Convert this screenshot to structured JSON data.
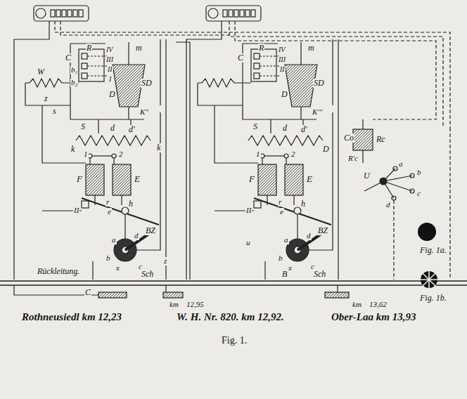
{
  "diagram": {
    "caption": "Fig. 1.",
    "labels": [
      "C",
      "R",
      "b₁",
      "b₂",
      "IV",
      "III",
      "II",
      "I",
      "m",
      "SD",
      "D",
      "K''",
      "W",
      "z",
      "s",
      "S",
      "d",
      "d'",
      "k",
      "k",
      "1",
      "2",
      "F",
      "E",
      "r",
      "e",
      "II",
      "h",
      "BZ",
      "a",
      "d",
      "b",
      "x",
      "c",
      "Sch",
      "z",
      "Rückleitung.",
      "C",
      "km",
      "12,95",
      "C",
      "R",
      "IV",
      "III",
      "II",
      "m",
      "SD",
      "D",
      "K'''",
      "S",
      "d",
      "d'",
      "D",
      "1",
      "2",
      "F",
      "E",
      "r",
      "e",
      "II",
      "h",
      "BZ",
      "u",
      "a",
      "d",
      "b",
      "x",
      "c",
      "Sch",
      "B",
      "km",
      "13,62",
      "Co",
      "Rc",
      "R'c",
      "U",
      "a",
      "b",
      "c",
      "d",
      "Fig. 1a.",
      "Fig. 1b.",
      "Rothneusiedl km 12,23",
      "W. H. Nr. 820. km 12,92.",
      "Ober-Laa km 13,93"
    ]
  }
}
